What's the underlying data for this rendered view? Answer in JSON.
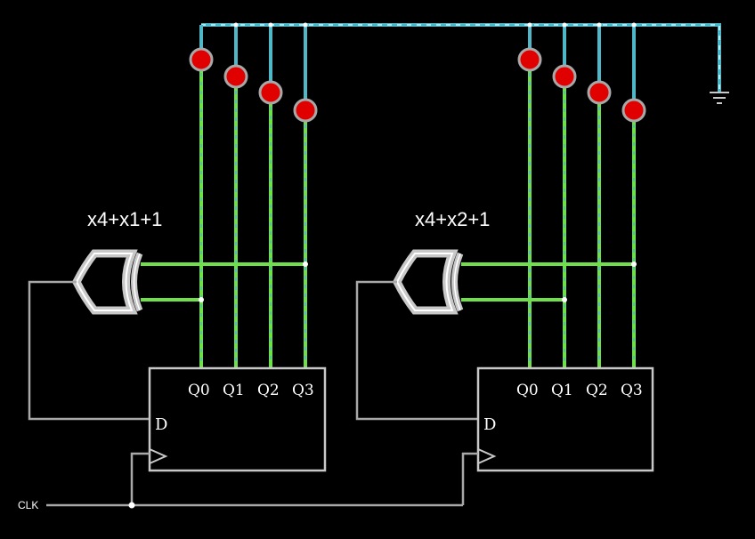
{
  "circuit": {
    "clock_label": "CLK",
    "colors": {
      "background": "#000000",
      "wire_idle": "#a8a8a8",
      "wire_active": "#6fe04a",
      "wire_bus": "#4fb8c8",
      "wire_bus_dash": "#d8f4f8",
      "led_on": "#e00000",
      "led_ring": "#a8a8a8",
      "box": "#c8c8c8",
      "text": "#ffffff"
    },
    "blocks": [
      {
        "polynomial": "x4+x1+1",
        "d_label": "D",
        "outputs": [
          "Q0",
          "Q1",
          "Q2",
          "Q3"
        ],
        "led_states": [
          "on",
          "on",
          "on",
          "on"
        ]
      },
      {
        "polynomial": "x4+x2+1",
        "d_label": "D",
        "outputs": [
          "Q0",
          "Q1",
          "Q2",
          "Q3"
        ],
        "led_states": [
          "on",
          "on",
          "on",
          "on"
        ]
      }
    ],
    "icons": [
      "ground-icon",
      "xor-gate-icon",
      "clock-input-icon",
      "led-icon"
    ]
  }
}
